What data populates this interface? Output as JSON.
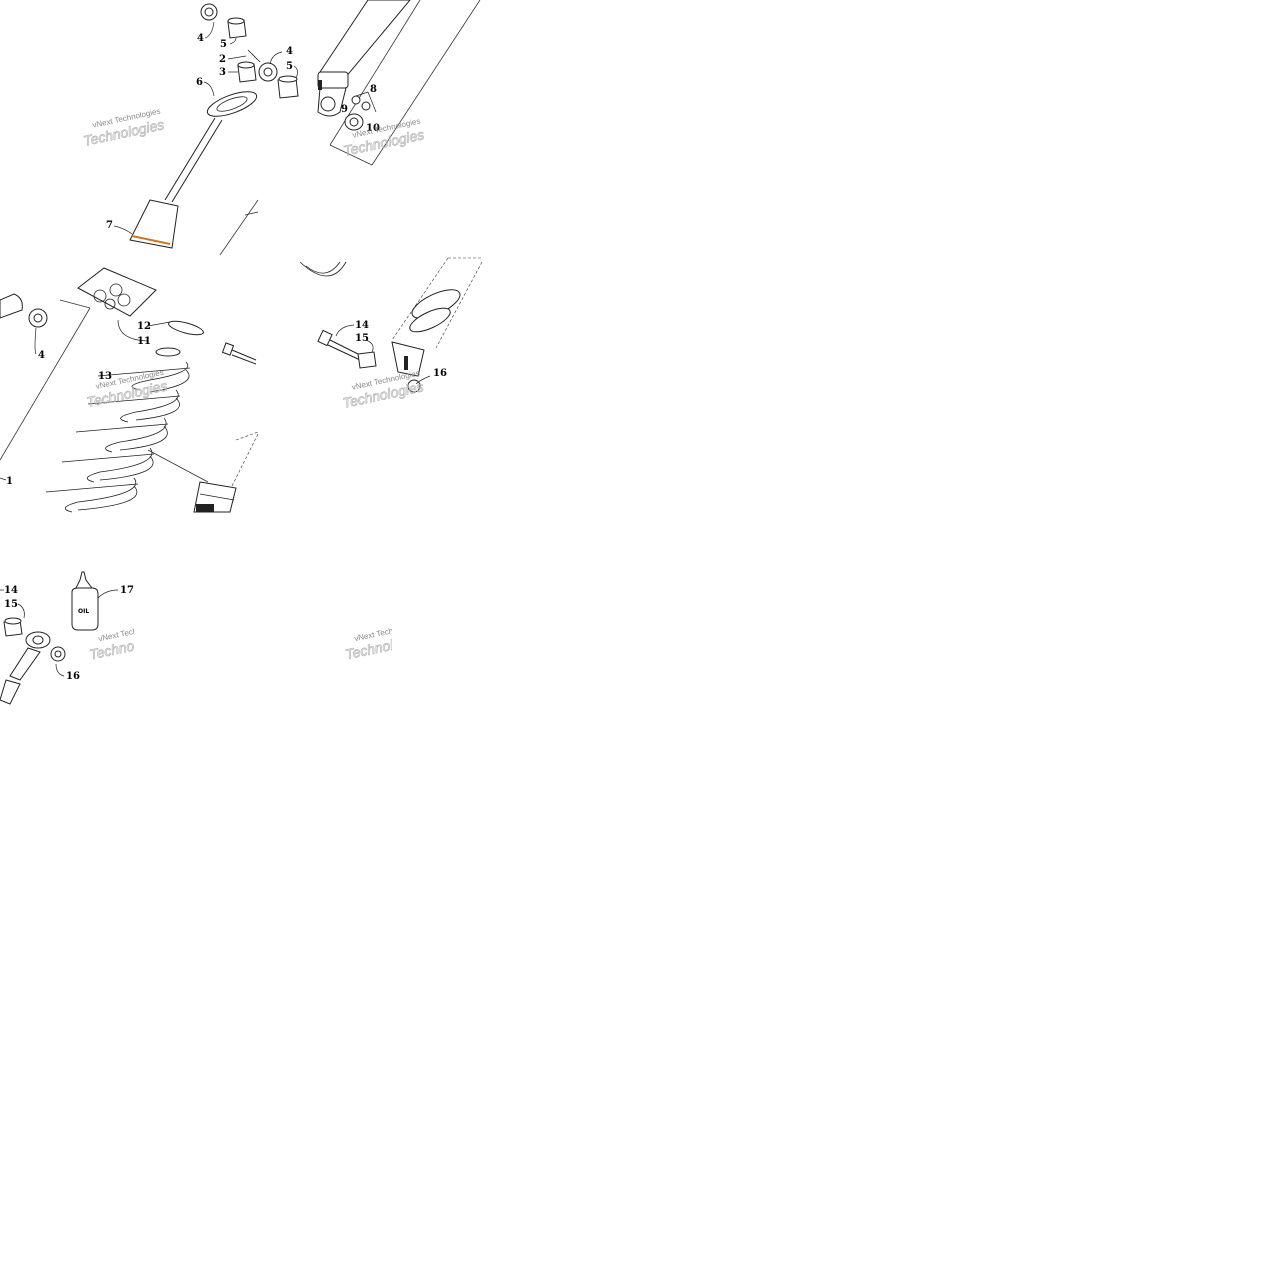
{
  "watermark": {
    "line1": "vNext Technologies",
    "line2": "Technologies"
  },
  "callouts": {
    "c1": "1",
    "c2": "2",
    "c3": "3",
    "c4": "4",
    "c5": "5",
    "c6": "6",
    "c7": "7",
    "c8": "8",
    "c9": "9",
    "c10": "10",
    "c11": "11",
    "c12": "12",
    "c13": "13",
    "c14": "14",
    "c15": "15",
    "c16": "16",
    "c17": "17"
  },
  "oil_bottle_label": "OIL"
}
